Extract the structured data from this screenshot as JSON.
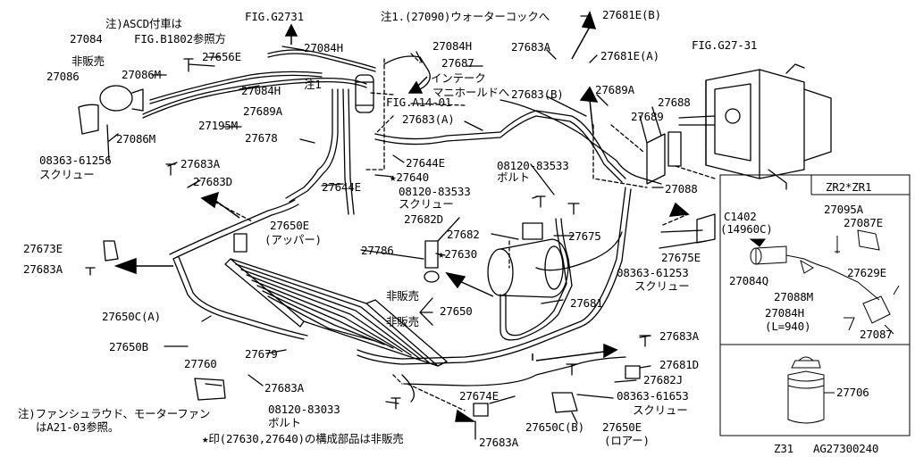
{
  "notes": {
    "ascd": "注)ASCD付車は",
    "ascd_ref": "FIG.B1802参照方",
    "water_cock": "注1.(27090)ウォーターコックへ",
    "intake": "インテーク",
    "manifold": "マニホールドへ",
    "fan_shroud": "注)ファンシュラウド、モーターファン",
    "fan_ref": "はA21-03参照。",
    "star_note": "★印(27630,27640)の構成部品は非販売",
    "note1": "注1"
  },
  "figures": {
    "g2731": "FIG.G2731",
    "g2731b": "FIG.G27-31",
    "a1401": "FIG.A14-01"
  },
  "parts": {
    "p27084": "27084",
    "p27086": "27086",
    "not_sold_1": "非販売",
    "p27086m_1": "27086M",
    "p27656e": "27656E",
    "p27084h_1": "27084H",
    "p27084h_2": "27084H",
    "p27084h_3": "27084H",
    "p27687": "27687",
    "p27683a_1": "27683A",
    "p27681eb": "27681E(B)",
    "p27681ea": "27681E(A)",
    "p27683b": "27683(B)",
    "p27689a_1": "27689A",
    "p27689a_2": "27689A",
    "p27688": "27688",
    "p27689": "27689",
    "p27683a_paren": "27683(A)",
    "p27195m": "27195M",
    "p27678": "27678",
    "p27086m_2": "27086M",
    "screw_08363_61256": "08363-61256",
    "screw_label_1": "スクリュー",
    "p27683a_2": "27683A",
    "p27683d": "27683D",
    "p27644e_1": "27644E",
    "p27644e_2": "27644E",
    "p27640": "★27640",
    "bolt_08120_83533": "08120-83533",
    "bolt_label_1": "ボルト",
    "screw_08120_83533": "08120-83533",
    "screw_label_2": "スクリュー",
    "p27088": "27088",
    "p27682d": "27682D",
    "p27650e_upper": "27650E",
    "upper_label": "(アッパー)",
    "p27673e": "27673E",
    "p27683a_3": "27683A",
    "p27682": "27682",
    "p27786": "27786",
    "p27630": "★27630",
    "p27675": "27675",
    "p27675e": "27675E",
    "screw_08363_61253": "08363-61253",
    "screw_label_3": "スクリュー",
    "p27650c_a": "27650C(A)",
    "not_sold_2": "非販売",
    "not_sold_3": "非販売",
    "p27650": "27650",
    "p27681": "27681",
    "p27650b": "27650B",
    "p27679": "27679",
    "p27760": "27760",
    "p27683a_4": "27683A",
    "bolt_08120_83033": "08120-83033",
    "bolt_label_2": "ボルト",
    "p27674e": "27674E",
    "p27683a_5": "27683A",
    "p27683a_6": "27683A",
    "p27681d": "27681D",
    "p27682j": "27682J",
    "screw_08363_61653": "08363-61653",
    "screw_label_4": "スクリュー",
    "p27650cb": "27650C(B)",
    "p27650e_lower": "27650E",
    "lower_label": "(ロアー)"
  },
  "inset_zr": {
    "title": "ZR2*ZR1",
    "c1402": "C1402",
    "c1402_paren": "(14960C)",
    "p27095a": "27095A",
    "p27087e": "27087E",
    "p27629e": "27629E",
    "p27084q": "27084Q",
    "p27088m": "27088M",
    "p27084h": "27084H",
    "length": "(L=940)",
    "p27087": "27087"
  },
  "inset_bottle": {
    "p27706": "27706"
  },
  "footer": {
    "z31": "Z31",
    "code": "AG27300240"
  }
}
